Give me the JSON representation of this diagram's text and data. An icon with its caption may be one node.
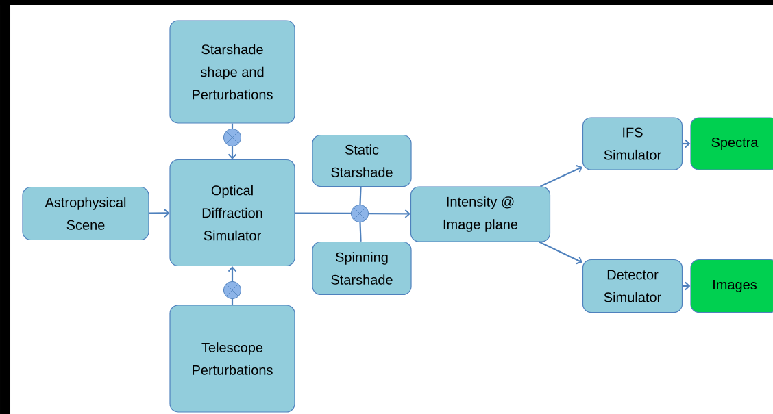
{
  "diagram": {
    "nodes": [
      {
        "text": [
          "Starshade shape and Perturbations"
        ]
      },
      {
        "text": [
          "Astrophysical Scene"
        ]
      },
      {
        "text": [
          "Optical Diffraction Simulator"
        ]
      },
      {
        "text": [
          "Static Starshade"
        ]
      },
      {
        "text": [
          "Spinning Starshade"
        ]
      },
      {
        "text": [
          "Intensity @ Image plane"
        ]
      },
      {
        "text": [
          "IFS Simulator"
        ]
      },
      {
        "text": [
          "Spectra"
        ]
      },
      {
        "text": [
          "Detector Simulator"
        ]
      },
      {
        "text": [
          "Images"
        ]
      },
      {
        "text": [
          "Telescope Perturbations"
        ]
      },
      {
        "text": [],
        "shape": "circle"
      },
      {
        "text": [],
        "shape": "circle"
      },
      {
        "text": [],
        "shape": "circle"
      }
    ],
    "edges": [
      {
        "from": 0,
        "to": 11,
        "arrow": "none"
      },
      {
        "from": 11,
        "to": 2,
        "arrow": "to"
      },
      {
        "from": 1,
        "to": 2,
        "arrow": "to"
      },
      {
        "from": 10,
        "to": 13,
        "arrow": "none"
      },
      {
        "from": 13,
        "to": 2,
        "arrow": "to"
      },
      {
        "from": 2,
        "to": 12,
        "arrow": "none"
      },
      {
        "from": 3,
        "to": 12,
        "arrow": "none"
      },
      {
        "from": 4,
        "to": 12,
        "arrow": "none"
      },
      {
        "from": 12,
        "to": 5,
        "arrow": "to"
      },
      {
        "from": 5,
        "to": 6,
        "arrow": "to"
      },
      {
        "from": 5,
        "to": 8,
        "arrow": "to"
      },
      {
        "from": 6,
        "to": 7,
        "arrow": "to"
      },
      {
        "from": 8,
        "to": 9,
        "arrow": "to"
      }
    ]
  }
}
